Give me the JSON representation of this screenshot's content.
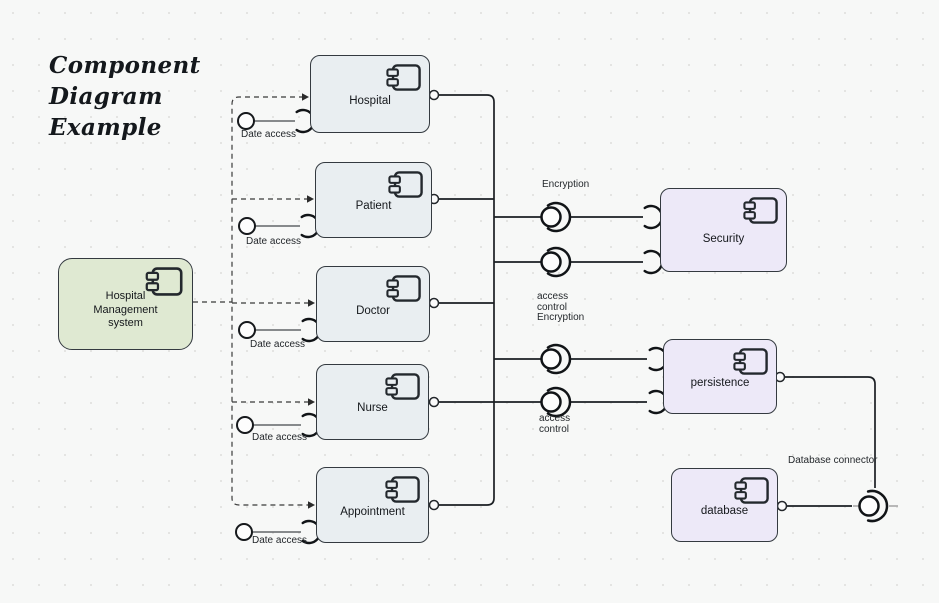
{
  "title": {
    "lines": [
      "Component",
      "Diagram",
      "Example"
    ]
  },
  "colors": {
    "background": "#f7f8f7",
    "component_fill_blue": "#e9eef1",
    "system_fill_green": "#dfe9d2",
    "service_fill_purple": "#ede9f8",
    "border_dark": "#343a40",
    "wire_black": "#1b1f23",
    "dashed_gray": "#3a3a3a"
  },
  "components": {
    "hms": {
      "label": "Hospital Management system"
    },
    "hospital": {
      "label": "Hospital"
    },
    "patient": {
      "label": "Patient"
    },
    "doctor": {
      "label": "Doctor"
    },
    "nurse": {
      "label": "Nurse"
    },
    "appointment": {
      "label": "Appointment"
    },
    "security": {
      "label": "Security"
    },
    "persistence": {
      "label": "persistence"
    },
    "database": {
      "label": "database"
    }
  },
  "interface_labels": {
    "date_access": "Date access",
    "encryption": "Encryption",
    "access_control_encryption": [
      "access",
      "control",
      "Encryption"
    ],
    "access_control": [
      "access",
      "control"
    ],
    "database_connector": "Database connector"
  }
}
